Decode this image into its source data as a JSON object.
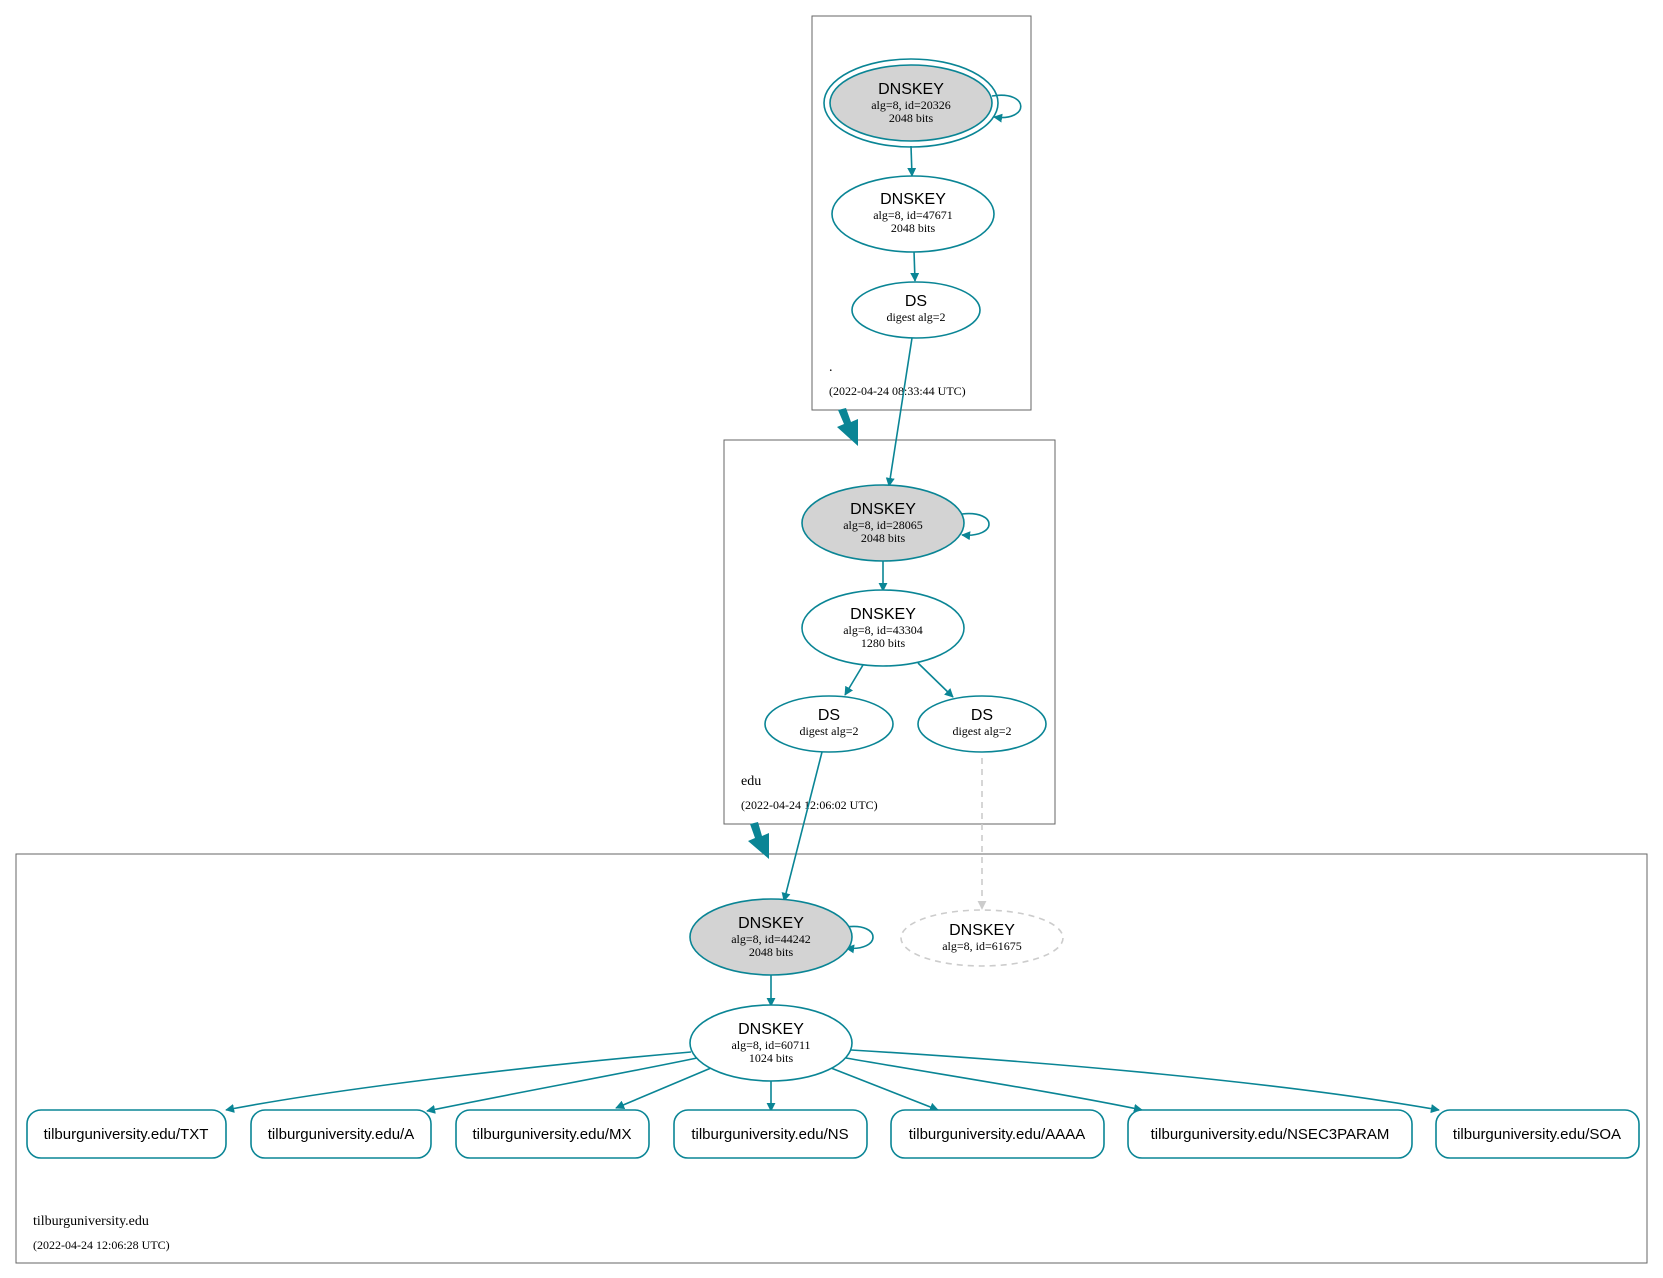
{
  "colors": {
    "secure_edge": "#0a8595",
    "ksk_fill": "#d3d3d3",
    "plain_fill": "#ffffff",
    "missing": "#cccccc",
    "zone_border": "#666666"
  },
  "zones": {
    "root": {
      "name": ".",
      "time": "(2022-04-24 08:33:44 UTC)"
    },
    "edu": {
      "name": "edu",
      "time": "(2022-04-24 12:06:02 UTC)"
    },
    "tilburg": {
      "name": "tilburguniversity.edu",
      "time": "(2022-04-24 12:06:28 UTC)"
    }
  },
  "nodes": {
    "root_ksk": {
      "title": "DNSKEY",
      "line1": "alg=8, id=20326",
      "line2": "2048 bits"
    },
    "root_zsk": {
      "title": "DNSKEY",
      "line1": "alg=8, id=47671",
      "line2": "2048 bits"
    },
    "root_ds": {
      "title": "DS",
      "line1": "digest alg=2"
    },
    "edu_ksk": {
      "title": "DNSKEY",
      "line1": "alg=8, id=28065",
      "line2": "2048 bits"
    },
    "edu_zsk": {
      "title": "DNSKEY",
      "line1": "alg=8, id=43304",
      "line2": "1280 bits"
    },
    "edu_ds1": {
      "title": "DS",
      "line1": "digest alg=2"
    },
    "edu_ds2": {
      "title": "DS",
      "line1": "digest alg=2"
    },
    "tu_ksk": {
      "title": "DNSKEY",
      "line1": "alg=8, id=44242",
      "line2": "2048 bits"
    },
    "tu_missing": {
      "title": "DNSKEY",
      "line1": "alg=8, id=61675"
    },
    "tu_zsk": {
      "title": "DNSKEY",
      "line1": "alg=8, id=60711",
      "line2": "1024 bits"
    }
  },
  "rrsets": [
    "tilburguniversity.edu/TXT",
    "tilburguniversity.edu/A",
    "tilburguniversity.edu/MX",
    "tilburguniversity.edu/NS",
    "tilburguniversity.edu/AAAA",
    "tilburguniversity.edu/NSEC3PARAM",
    "tilburguniversity.edu/SOA"
  ]
}
